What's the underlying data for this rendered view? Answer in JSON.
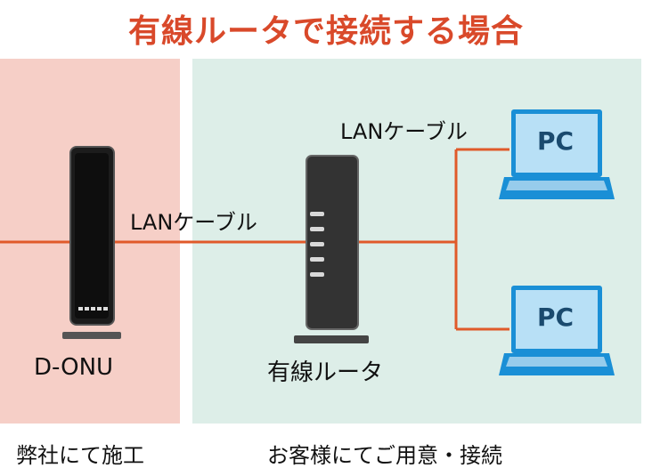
{
  "title": "有線ルータで接続する場合",
  "cable_label": "LANケーブル",
  "onu_label": "D-ONU",
  "router_label": "有線ルータ",
  "pc_label": "PC",
  "left_area_label": "弊社にて施工",
  "right_area_label": "お客様にてご用意・接続",
  "colors": {
    "title": "#d9492a",
    "cable": "#e05a2a",
    "left_zone": "#f6cfc7",
    "right_zone": "#ddeee8",
    "device": "#222222",
    "pc_screen": "#b8e0f6",
    "pc_frame": "#1a8fd6"
  }
}
